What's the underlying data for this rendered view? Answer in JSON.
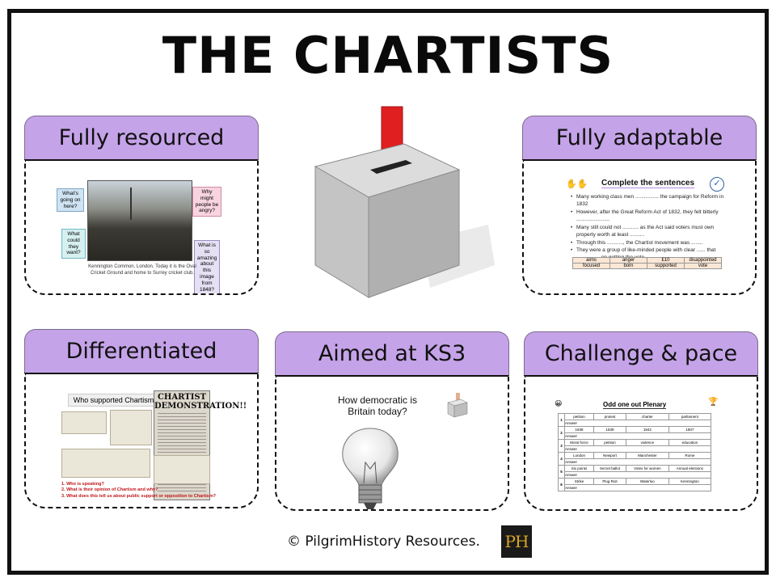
{
  "title": "THE CHARTISTS",
  "cards": {
    "fully_resourced": {
      "label": "Fully resourced",
      "questions": [
        "What's going on here?",
        "Why might people be angry?",
        "What could they want?",
        "What is so amazing about this image from 1848?"
      ],
      "caption": "Kennington Common, London. Today it is the Oval Cricket Ground and home to Surrey cricket club."
    },
    "fully_adaptable": {
      "label": "Fully adaptable",
      "heading": "Complete the sentences",
      "sentences": [
        "Many working class men ................ the campaign for Reform in 1832",
        "However, after the Great Reform Act of 1832, they felt bitterly .......................",
        "Many still could not ........... as the Act said voters must own property worth at least ..........",
        "Through this ..........., the Chartist movement was ........",
        "They were a group of like-minded people with clear ...... that ................ on getting the vote."
      ],
      "word_bank": [
        [
          "aims",
          "anger",
          "£10",
          "disappointed"
        ],
        [
          "focused",
          "born",
          "supported",
          "vote"
        ]
      ]
    },
    "differentiated": {
      "label": "Differentiated",
      "heading": "Who supported Chartism?",
      "poster_title": "CHARTIST DEMONSTRATION!!",
      "questions": [
        "1. Who is speaking?",
        "2. What is their opinion of Chartism and why?",
        "3. What does this tell us about public support or opposition to Chartism?"
      ]
    },
    "aimed_ks3": {
      "label": "Aimed at KS3",
      "question": "How democratic is Britain today?"
    },
    "challenge_pace": {
      "label": "Challenge & pace",
      "heading": "Odd one out Plenary",
      "rows": [
        {
          "n": "1",
          "words": [
            "petition",
            "protest",
            "charter",
            "parliament"
          ]
        },
        {
          "n": "2",
          "words": [
            "1838",
            "1839",
            "1842",
            "1807"
          ]
        },
        {
          "n": "3",
          "words": [
            "Moral force",
            "petition",
            "violence",
            "education"
          ]
        },
        {
          "n": "4",
          "words": [
            "London",
            "Newport",
            "Manchester",
            "Rome"
          ]
        },
        {
          "n": "5",
          "words": [
            "Six points",
            "Secret ballot",
            "Votes for women",
            "Annual elections"
          ]
        },
        {
          "n": "6",
          "words": [
            "Strike",
            "Plug Riot",
            "Waterloo",
            "Kennington"
          ]
        }
      ],
      "answer_label": "Answer"
    }
  },
  "footer": {
    "copyright": "© PilgrimHistory Resources.",
    "logo_text": "PH"
  },
  "colors": {
    "header_purple": "#c5a3e8",
    "ballot_paper": "#e02020",
    "logo_gold": "#d9a627"
  }
}
